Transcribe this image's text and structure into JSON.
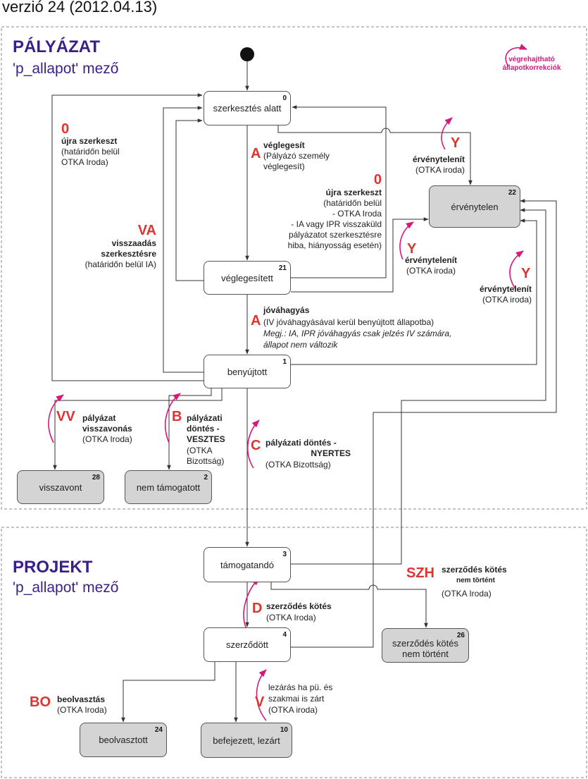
{
  "version": "verzió 24 (2012.04.13)",
  "sections": {
    "palyazat": {
      "title": "PÁLYÁZAT",
      "subtitle": "'p_allapot' mező"
    },
    "projekt": {
      "title": "PROJEKT",
      "subtitle": "'p_allapot' mező"
    }
  },
  "legend": {
    "line1": "végrehajtható",
    "line2": "állapotkorrekciók"
  },
  "states": {
    "s0": {
      "label": "szerkesztés alatt",
      "num": "0"
    },
    "s21": {
      "label": "véglegesített",
      "num": "21"
    },
    "s22": {
      "label": "érvénytelen",
      "num": "22"
    },
    "s1": {
      "label": "benyújtott",
      "num": "1"
    },
    "s28": {
      "label": "visszavont",
      "num": "28"
    },
    "s2": {
      "label": "nem támogatott",
      "num": "2"
    },
    "s3": {
      "label": "támogatandó",
      "num": "3"
    },
    "s4": {
      "label": "szerződött",
      "num": "4"
    },
    "s26": {
      "label": "szerződés kötés nem történt",
      "num": "26"
    },
    "s24": {
      "label": "beolvasztott",
      "num": "24"
    },
    "s10": {
      "label": "befejezett, lezárt",
      "num": "10"
    }
  },
  "transitions": {
    "ujra_left": {
      "code": "0",
      "title": "újra szerkeszt",
      "l1": "(határidőn belül",
      "l2": "OTKA Iroda)"
    },
    "vegleg": {
      "code": "A",
      "title": "véglegesít",
      "l1": "(Pályázó személy",
      "l2": "véglegesít)"
    },
    "ujra_mid": {
      "code": "0",
      "title": "újra szerkeszt",
      "l1": "(határidőn belül",
      "l2": "- OTKA Iroda",
      "l3": "- IA vagy IPR visszaküld",
      "l4": "pályázatot szerkesztésre",
      "l5": "hiba, hiányosság esetén)"
    },
    "erv1": {
      "code": "Y",
      "title": "érvénytelenít",
      "l1": "(OTKA iroda)"
    },
    "erv2": {
      "code": "Y",
      "title": "érvénytelenít",
      "l1": "(OTKA iroda)"
    },
    "erv3": {
      "code": "Y",
      "title": "érvénytelenít",
      "l1": "(OTKA iroda)"
    },
    "va": {
      "code": "VA",
      "title1": "visszaadás",
      "title2": "szerkesztésre",
      "l1": "(határidőn belül IA)"
    },
    "jova": {
      "code": "A",
      "title": "jóváhagyás",
      "l1": "(IV jóváhagyásával kerül benyújtott állapotba)",
      "l2": "Megj.: IA, IPR jóváhagyás csak jelzés IV számára,",
      "l3": "állapot nem változik"
    },
    "vv": {
      "code": "VV",
      "title1": "pályázat",
      "title2": "visszavonás",
      "l1": "(OTKA Iroda)"
    },
    "b": {
      "code": "B",
      "title1": "pályázati",
      "title2": "döntés -",
      "title3": "VESZTES",
      "l1": "(OTKA",
      "l2": "Bizottság)"
    },
    "c": {
      "code": "C",
      "title1": "pályázati döntés -",
      "title2": "NYERTES",
      "l1": "(OTKA Bizottság)"
    },
    "szh": {
      "code": "SZH",
      "title1": "szerződés kötés",
      "title2": "nem történt",
      "l1": "(OTKA Iroda)"
    },
    "d": {
      "code": "D",
      "title": "szerződés kötés",
      "l1": "(OTKA Iroda)"
    },
    "bo": {
      "code": "BO",
      "title": "beolvasztás",
      "l1": "(OTKA Iroda)"
    },
    "v": {
      "code": "V",
      "l1": "lezárás ha pü. és",
      "l2": "szakmai is zárt",
      "l3": "(OTKA iroda)"
    }
  },
  "colors": {
    "code": "#e0332f",
    "section": "#3a1f8a",
    "correction": "#d6197a",
    "node_fill": "#ffffff",
    "node_gray": "#d4d4d4"
  }
}
